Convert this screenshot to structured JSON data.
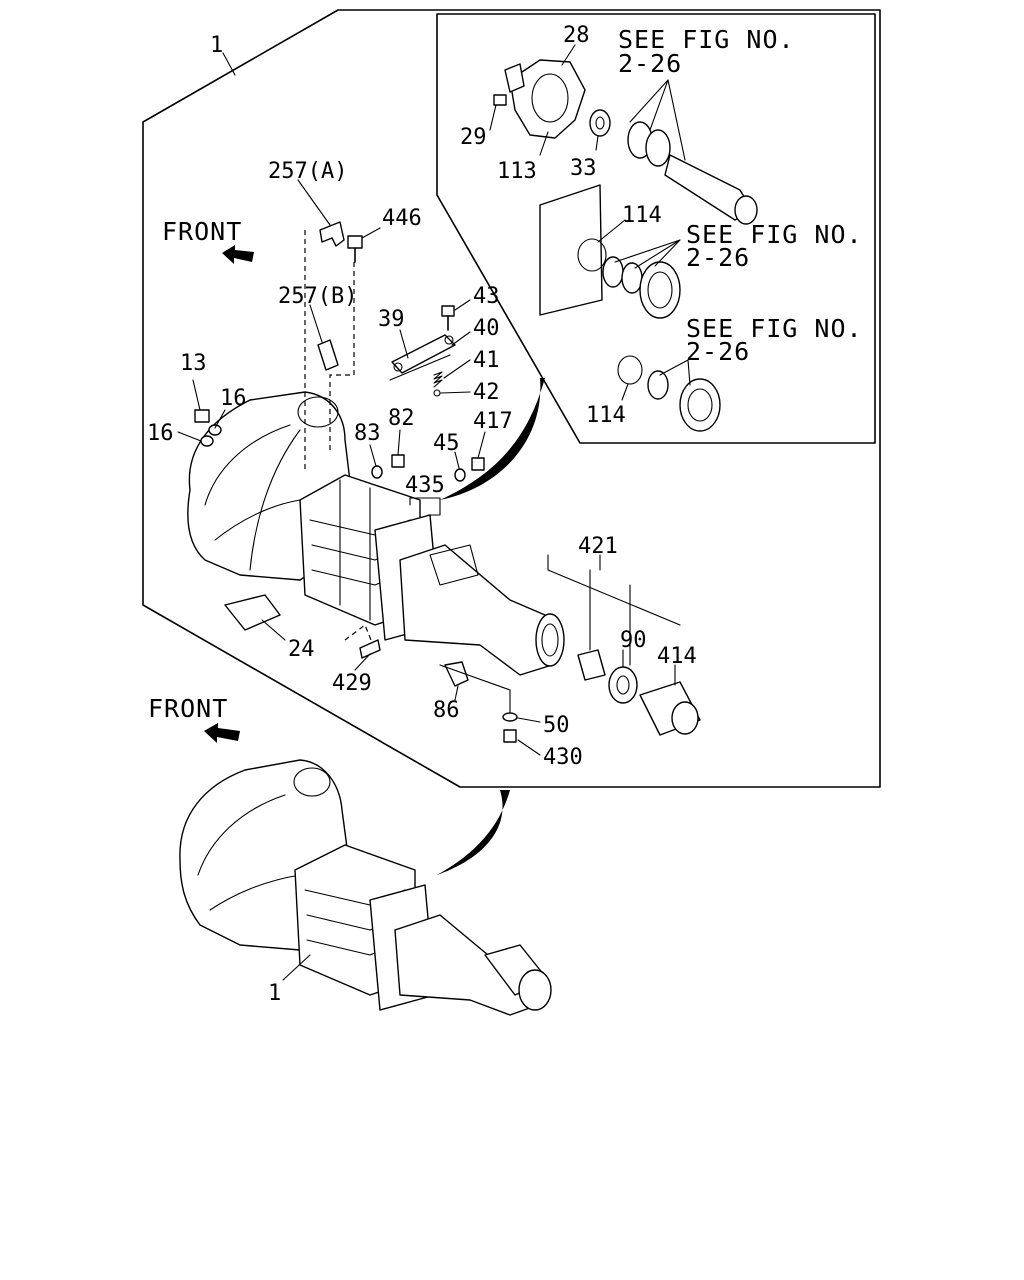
{
  "labels": {
    "p1_top": "1",
    "p1_bottom": "1",
    "p257a": "257(A)",
    "p257b": "257(B)",
    "p446": "446",
    "p13": "13",
    "p16a": "16",
    "p16b": "16",
    "p39": "39",
    "p40": "40",
    "p41": "41",
    "p42": "42",
    "p43": "43",
    "p83": "83",
    "p82": "82",
    "p45": "45",
    "p417": "417",
    "p435": "435",
    "p421": "421",
    "p24": "24",
    "p429": "429",
    "p86": "86",
    "p90": "90",
    "p414": "414",
    "p50": "50",
    "p430": "430",
    "p28": "28",
    "p29": "29",
    "p113": "113",
    "p33": "33",
    "p114a": "114",
    "p114b": "114"
  },
  "front_top": "FRONT",
  "front_bottom": "FRONT",
  "see_fig": [
    {
      "line1": "SEE FIG NO.",
      "line2": "2-26"
    },
    {
      "line1": "SEE FIG NO.",
      "line2": "2-26"
    },
    {
      "line1": "SEE FIG NO.",
      "line2": "2-26"
    }
  ]
}
